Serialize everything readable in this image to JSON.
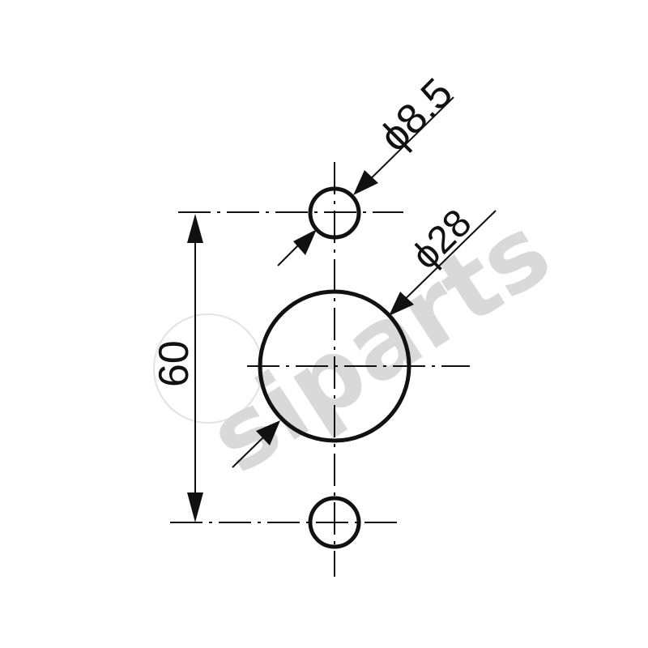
{
  "drawing": {
    "dimensions": {
      "small_hole_diameter": "ϕ8.5",
      "large_hole_diameter": "ϕ28",
      "hole_spacing": "60"
    },
    "watermark": "siparts",
    "colors": {
      "line": "#111111",
      "watermark": "#d9d9d9",
      "background": "#ffffff"
    }
  }
}
